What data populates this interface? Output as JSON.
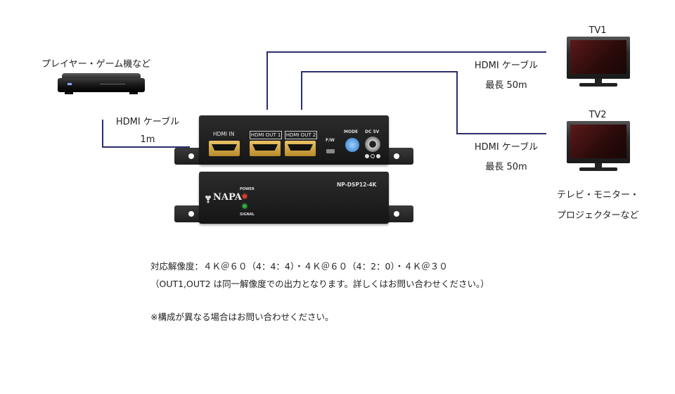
{
  "player": {
    "label": "プレイヤー・ゲーム機など"
  },
  "cable_in": {
    "line1": "HDMI ケーブル",
    "line2": "1m"
  },
  "cable_out1": {
    "line1": "HDMI ケーブル",
    "line2": "最長 50m"
  },
  "cable_out2": {
    "line1": "HDMI ケーブル",
    "line2": "最長 50m"
  },
  "tv1": {
    "label": "TV1"
  },
  "tv2": {
    "label": "TV2",
    "caption_line1": "テレビ・モニター・",
    "caption_line2": "プロジェクターなど"
  },
  "device_back": {
    "hdmi_in": "HDMI IN",
    "hdmi_out1": "HDMI OUT 1",
    "hdmi_out2": "HDMI OUT 2",
    "fw": "F/W",
    "mode": "MODE",
    "dc": "DC 5V"
  },
  "device_front": {
    "brand": "NAPA",
    "model": "NP-DSP12-4K",
    "power": "POWER",
    "signal": "SIGNAL"
  },
  "notes": {
    "line1": "対応解像度：４Ｋ＠６０（4：4：4）・４Ｋ＠６０（4：2：0）・４Ｋ＠３０",
    "line2": "（OUT1,OUT2 は同一解像度での出力となります。詳しくはお問い合わせください。）",
    "line3": "※構成が異なる場合はお問い合わせください。"
  },
  "colors": {
    "cable": "#2a2f6e",
    "hdmi_port": "#c9a040",
    "led_power": "#e03a2a",
    "led_signal": "#2fae3c"
  }
}
